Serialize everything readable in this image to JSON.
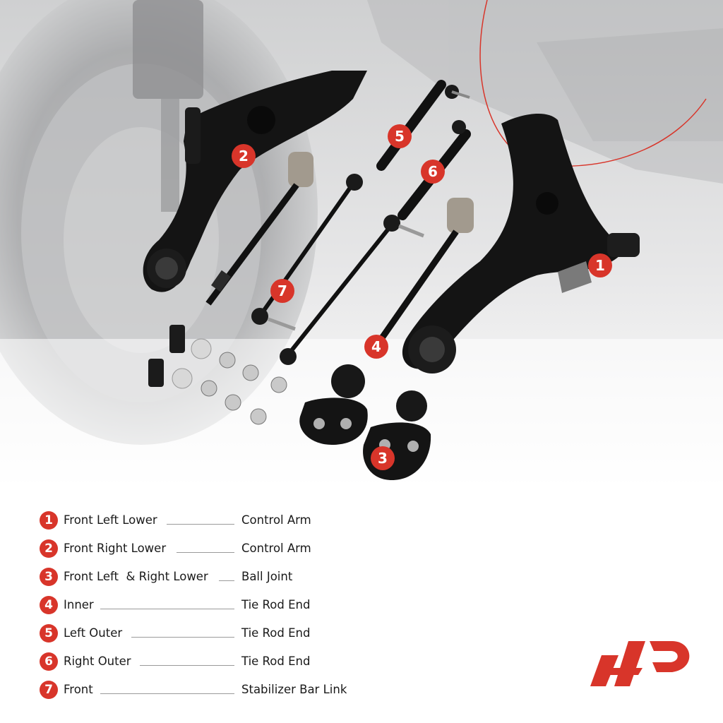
{
  "legend": [
    {
      "num": "1",
      "left": "Front Left Lower",
      "right": "Control Arm"
    },
    {
      "num": "2",
      "left": "Front Right Lower",
      "right": "Control Arm"
    },
    {
      "num": "3",
      "left": "Front Left  & Right Lower",
      "right": "Ball Joint"
    },
    {
      "num": "4",
      "left": "Inner",
      "right": "Tie Rod End"
    },
    {
      "num": "5",
      "left": "Left Outer",
      "right": "Tie Rod End"
    },
    {
      "num": "6",
      "left": "Right Outer",
      "right": "Tie Rod End"
    },
    {
      "num": "7",
      "left": "Front",
      "right": "Stabilizer Bar Link"
    }
  ],
  "callouts": [
    "1",
    "2",
    "3",
    "4",
    "5",
    "6",
    "7"
  ],
  "colors": {
    "accent": "#d8352a",
    "part": "#141414",
    "background": "#ffffff"
  },
  "icons": {
    "logo": "brand-logo-icon"
  }
}
